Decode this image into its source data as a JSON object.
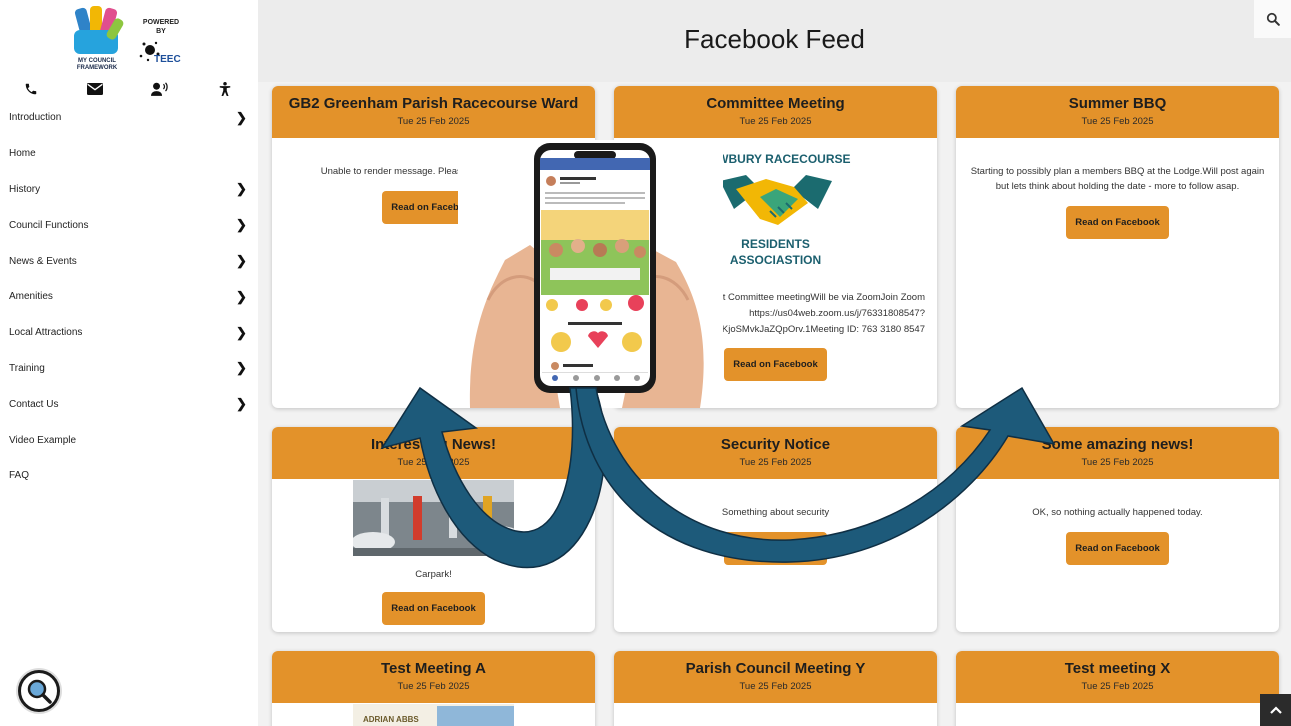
{
  "brand": {
    "caption_line1": "MY COUNCIL",
    "caption_line2": "FRAMEWORK",
    "powered_line1": "POWERED",
    "powered_line2": "BY",
    "teec": "TEEC"
  },
  "contact_icons": [
    "phone-icon",
    "mail-icon",
    "speaking-person-icon",
    "accessibility-icon"
  ],
  "nav": [
    {
      "label": "Introduction",
      "has_children": true
    },
    {
      "label": "Home",
      "has_children": false
    },
    {
      "label": "History",
      "has_children": true
    },
    {
      "label": "Council Functions",
      "has_children": true
    },
    {
      "label": "News & Events",
      "has_children": true
    },
    {
      "label": "Amenities",
      "has_children": true
    },
    {
      "label": "Local Attractions",
      "has_children": true
    },
    {
      "label": "Training",
      "has_children": true
    },
    {
      "label": "Contact Us",
      "has_children": true
    },
    {
      "label": "Video Example",
      "has_children": false
    },
    {
      "label": "FAQ",
      "has_children": false
    }
  ],
  "header": {
    "title": "Facebook Feed"
  },
  "button_label": "Read on Facebook",
  "cards": [
    {
      "title": "GB2 Greenham Parish Racecourse Ward",
      "date": "Tue 25 Feb 2025",
      "text": "Unable to render message. Please read on Facebook"
    },
    {
      "title": "Committee Meeting",
      "date": "Tue 25 Feb 2025",
      "logo_top": "NEWBURY RACECOURSE",
      "logo_line1": "RESIDENTS",
      "logo_line2": "ASSOCIASTION",
      "text_lines": [
        "f next Committee meetingWill be via ZoomJoin Zoom",
        "https://us04web.zoom.us/j/76331808547?",
        "3i2utKjoSMvkJaZQpOrv.1Meeting ID: 763 3180 8547"
      ]
    },
    {
      "title": "Summer BBQ",
      "date": "Tue 25 Feb 2025",
      "text": "Starting to possibly plan a members BBQ at the Lodge.Will post again but lets think about holding the date - more to follow asap."
    },
    {
      "title": "Interesting News!",
      "date": "Tue 25 Feb 2025",
      "text": "Carpark!"
    },
    {
      "title": "Security Notice",
      "date": "Tue 25 Feb 2025",
      "text": "Something about security"
    },
    {
      "title": "Some amazing news!",
      "date": "Tue 25 Feb 2025",
      "text": "OK, so nothing actually happened today."
    },
    {
      "title": "Test Meeting A",
      "date": "Tue 25 Feb 2025",
      "image_caption": "ADRIAN ABBS"
    },
    {
      "title": "Parish Council Meeting Y",
      "date": "Tue 25 Feb 2025"
    },
    {
      "title": "Test meeting X",
      "date": "Tue 25 Feb 2025"
    }
  ],
  "colors": {
    "accent": "#e3922a",
    "arrow": "#1d5a7a"
  }
}
